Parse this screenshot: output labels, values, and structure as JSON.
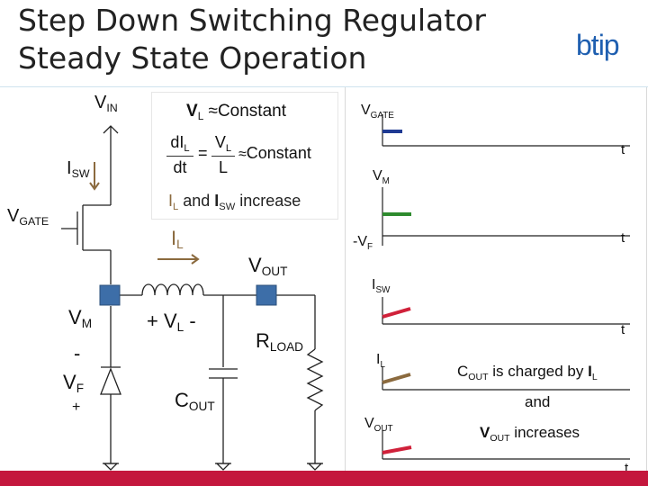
{
  "title_line1": "Step Down Switching Regulator",
  "title_line2": "Steady State Operation",
  "logo": "btip",
  "circuit": {
    "vin": "V",
    "vin_sub": "IN",
    "isw": "I",
    "isw_sub": "SW",
    "vgate": "V",
    "vgate_sub": "GATE",
    "vm": "V",
    "vm_sub": "M",
    "neg_sign": "-",
    "vf": "V",
    "vf_sub": "F",
    "pos_sign": "+",
    "il": "I",
    "il_sub": "L",
    "vl_label_prefix": "+ V",
    "vl_label_sub": "L",
    "vl_label_suffix": " -",
    "cout": "C",
    "cout_sub": "OUT",
    "vout": "V",
    "vout_sub": "OUT",
    "rload": "R",
    "rload_sub": "LOAD"
  },
  "equations": {
    "line1_v": "V",
    "line1_sub": "L",
    "line1_rest": "Constant",
    "approx": "≈",
    "frac_num": "dI",
    "frac_num_sub": "L",
    "frac_den": "dt",
    "eq": "=",
    "frac2_num": "V",
    "frac2_num_sub": "L",
    "frac2_den": "L",
    "line2_rest": "Constant",
    "line3_i": "I",
    "line3_sub": "L",
    "line3_and": " and ",
    "line3_i2": "I",
    "line3_sub2": "SW",
    "line3_rest": " increase"
  },
  "waveforms": {
    "vgate": "V",
    "vgate_sub": "GATE",
    "t": "t",
    "vm": "V",
    "vm_sub": "M",
    "neg_vf": "-V",
    "neg_vf_sub": "F",
    "isw": "I",
    "isw_sub": "SW",
    "il": "I",
    "il_sub": "L",
    "vout": "V",
    "vout_sub": "OUT"
  },
  "notes": {
    "line1_c": "C",
    "line1_c_sub": "OUT",
    "line1_mid": " is charged by ",
    "line1_i": "I",
    "line1_i_sub": "L",
    "line2": "and",
    "line3_v": "V",
    "line3_v_sub": "OUT",
    "line3_rest": " increases"
  },
  "colors": {
    "blue": "#1f3a93",
    "red": "#d0213a",
    "green": "#2e8b2e",
    "brown": "#8b6a3e",
    "node": "#3d6ea8"
  }
}
